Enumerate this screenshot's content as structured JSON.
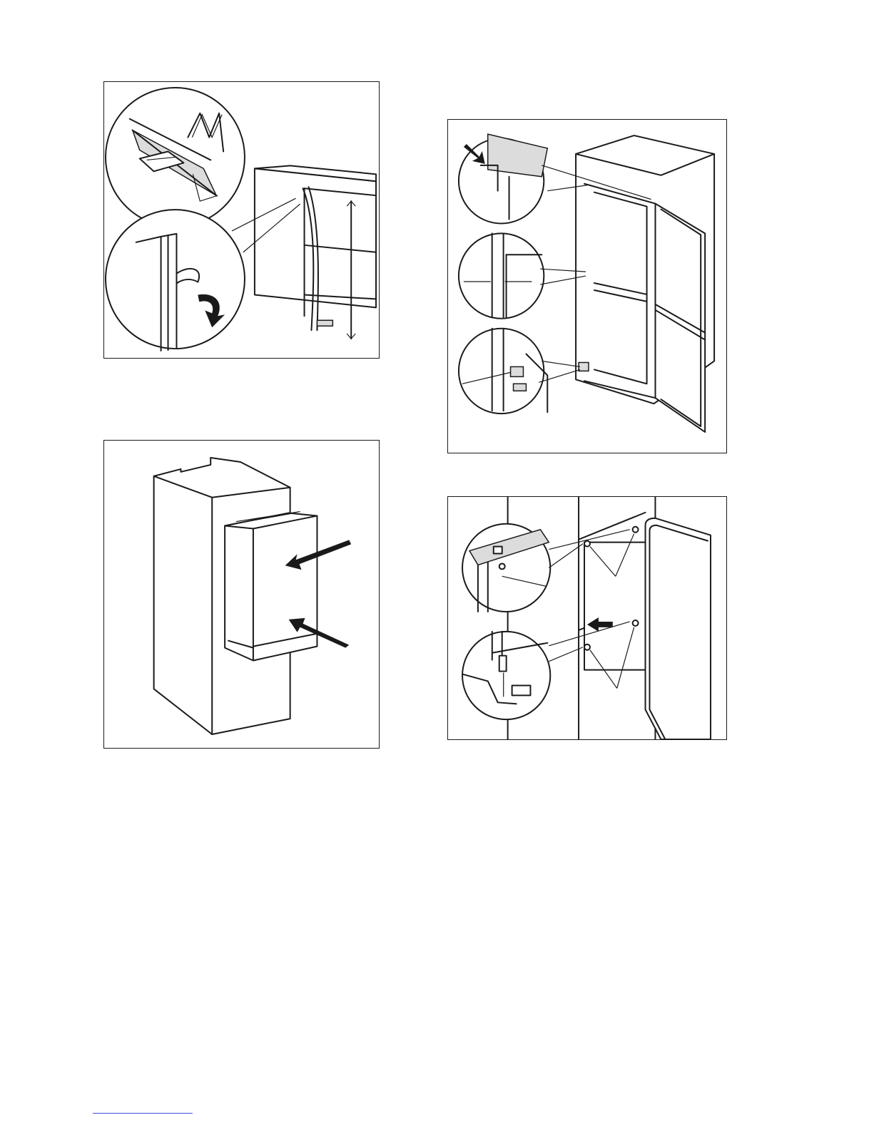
{
  "page": {
    "figures": [
      {
        "id": "fig-seal-trim",
        "icons": [
          "folding-rule-icon",
          "cutter-knife-icon",
          "peel-arrow-icon"
        ]
      },
      {
        "id": "fig-push-in",
        "icons": [
          "push-arrow-icon"
        ]
      },
      {
        "id": "fig-door-align",
        "icons": [
          "arrow-icon"
        ]
      },
      {
        "id": "fig-screw-fix",
        "icons": [
          "screw-icon"
        ]
      }
    ],
    "colors": {
      "line": "#1a1a1a",
      "background": "#ffffff",
      "footer_link": "#3b4fd8"
    }
  }
}
